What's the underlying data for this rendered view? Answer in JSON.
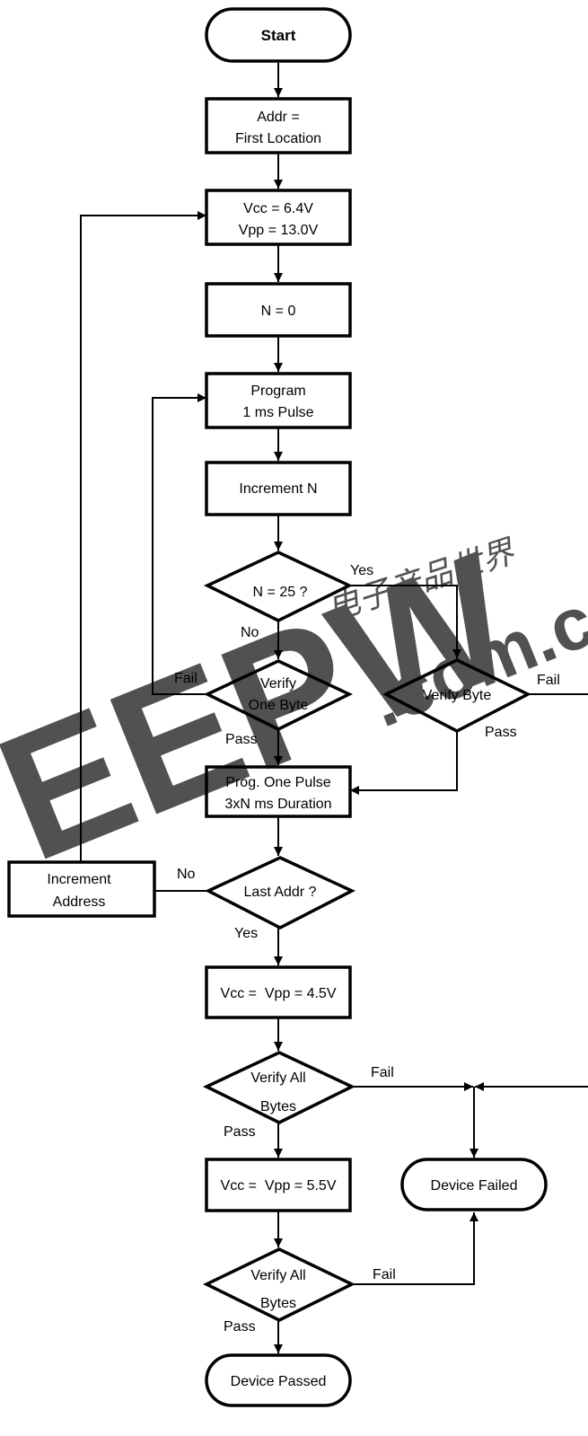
{
  "watermark": {
    "brand": "EEPW",
    "domain": ".com.cn",
    "chinese": "电子产品世界",
    "color": "#e0303a"
  },
  "nodes": {
    "start": [
      "Start"
    ],
    "addr_first": [
      "Addr =",
      "First Location"
    ],
    "set_vcc_vpp": [
      "Vcc = 6.4V",
      "Vpp = 13.0V"
    ],
    "n_zero": [
      "N = 0"
    ],
    "program_pulse": [
      "Program",
      "1 ms Pulse"
    ],
    "increment_n": [
      "Increment N"
    ],
    "n_equals_25": [
      "N = 25 ?"
    ],
    "verify_one_byte": [
      "Verify",
      "One Byte"
    ],
    "verify_byte": [
      "Verify Byte"
    ],
    "prog_one_pulse": [
      "Prog. One Pulse",
      "3xN ms Duration"
    ],
    "increment_address": [
      "Increment",
      "Address"
    ],
    "last_addr": [
      "Last Addr ?"
    ],
    "vcc_vpp_45": [
      "Vcc =  Vpp = 4.5V"
    ],
    "verify_all_1": [
      "Verify All",
      "Bytes"
    ],
    "vcc_vpp_55": [
      "Vcc =  Vpp = 5.5V"
    ],
    "verify_all_2": [
      "Verify All",
      "Bytes"
    ],
    "device_failed": [
      "Device Failed"
    ],
    "device_passed": [
      "Device Passed"
    ]
  },
  "edge_labels": {
    "n25_yes": "Yes",
    "n25_no": "No",
    "verify_one_fail": "Fail",
    "verify_one_pass": "Pass",
    "verify_byte_fail": "Fail",
    "verify_byte_pass": "Pass",
    "last_addr_no": "No",
    "last_addr_yes": "Yes",
    "verify_all_1_fail": "Fail",
    "verify_all_1_pass": "Pass",
    "verify_all_2_fail": "Fail",
    "verify_all_2_pass": "Pass"
  }
}
